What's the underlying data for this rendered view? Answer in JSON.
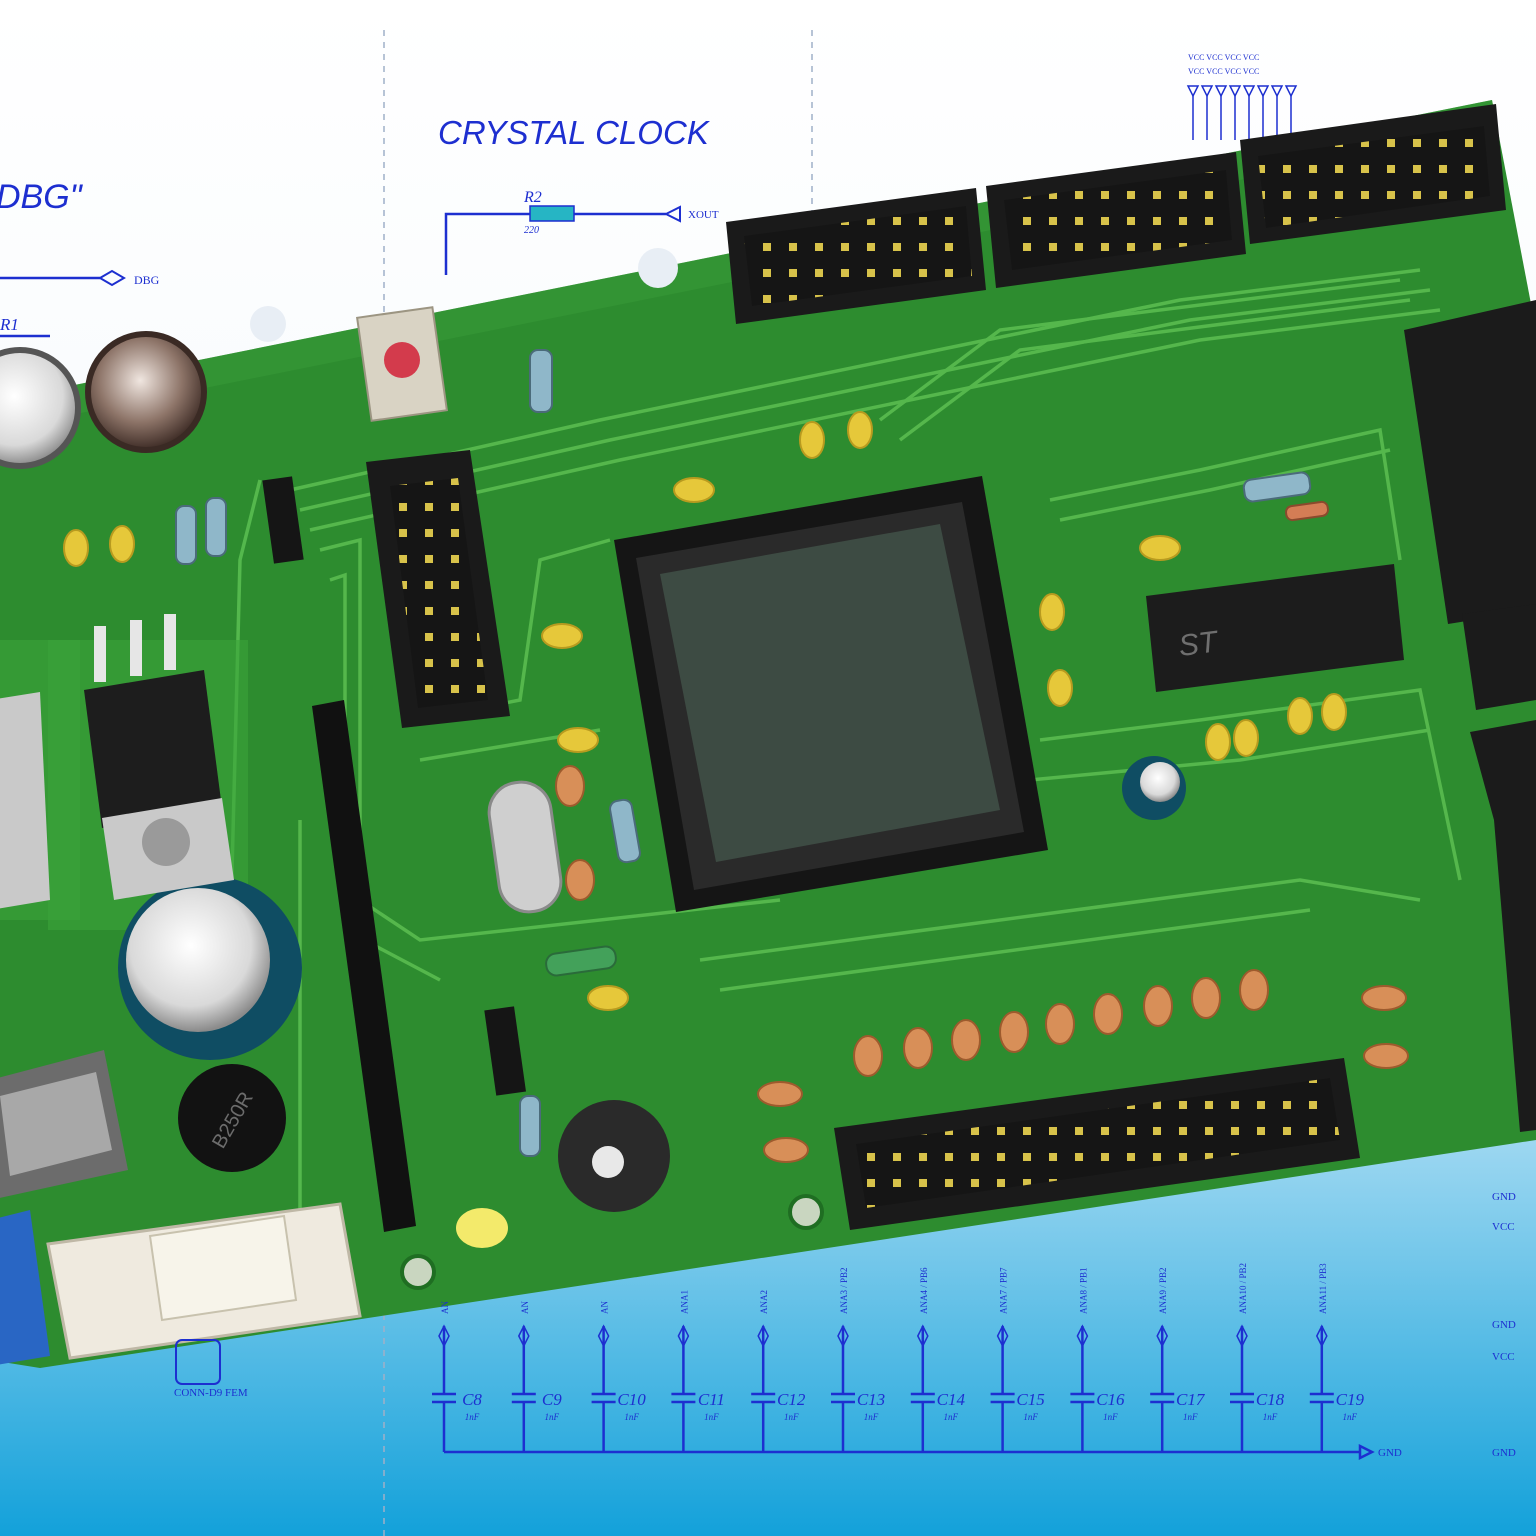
{
  "schematic": {
    "title_crystal": "CRYSTAL CLOCK",
    "title_debug_fragment": "DBG\"",
    "net_dbg": "DBG",
    "net_xout": "XOUT",
    "net_gnd": "GND",
    "net_vcc": "VCC",
    "resistor_r1": "R1",
    "resistor_r2": "R2",
    "resistor_r2_value": "220",
    "connector_label": "CONN-D9 FEM",
    "cap_value": "1nF",
    "capacitors": [
      "C8",
      "C9",
      "C10",
      "C11",
      "C12",
      "C13",
      "C14",
      "C15",
      "C16",
      "C17",
      "C18",
      "C19"
    ],
    "analog_nets": [
      "AN",
      "AN",
      "AN",
      "ANA1",
      "ANA2",
      "ANA3 / PB2",
      "ANA4 / PB6",
      "ANA7 / PB7",
      "ANA8 / PB1",
      "ANA9 / PB2",
      "ANA10 / PB2",
      "ANA11 / PB3"
    ]
  },
  "board": {
    "ic_text": "ST",
    "bridge_text": "B250R",
    "colors": {
      "pcb": "#2f8f2f",
      "pcb_dark": "#1f6e22",
      "trace": "#4fb04a",
      "schematic_blue": "#1d2fd0",
      "background_top": "#ffffff",
      "background_bottom": "#1aa6dc"
    }
  }
}
